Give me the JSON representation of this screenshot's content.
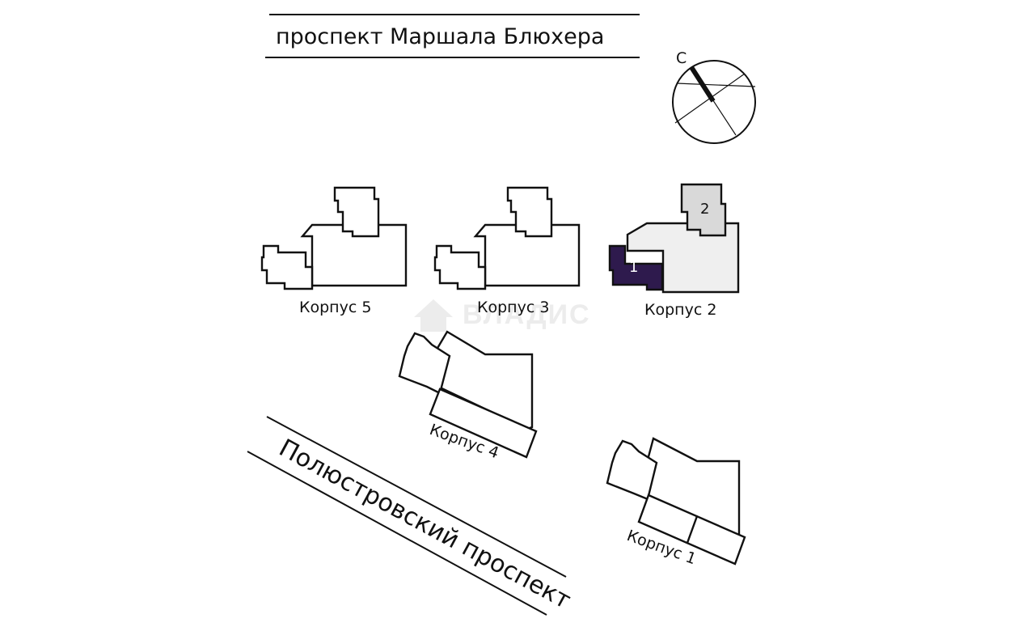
{
  "streets": {
    "top": "проспект Маршала Блюхера",
    "diagonal": "Полюстровский проспект"
  },
  "compass": {
    "north_label": "С"
  },
  "buildings": {
    "b5": {
      "label": "Корпус 5"
    },
    "b3": {
      "label": "Корпус 3"
    },
    "b2": {
      "label": "Корпус 2",
      "sections": [
        "1",
        "2"
      ]
    },
    "b4": {
      "label": "Корпус 4"
    },
    "b1": {
      "label": "Корпус 1"
    }
  },
  "watermark": "ВЛАДИС",
  "colors": {
    "highlight_section": "#2e1a4d",
    "secondary_section": "#d9d9d9",
    "building_fill": "#efefef",
    "outline": "#111111"
  }
}
